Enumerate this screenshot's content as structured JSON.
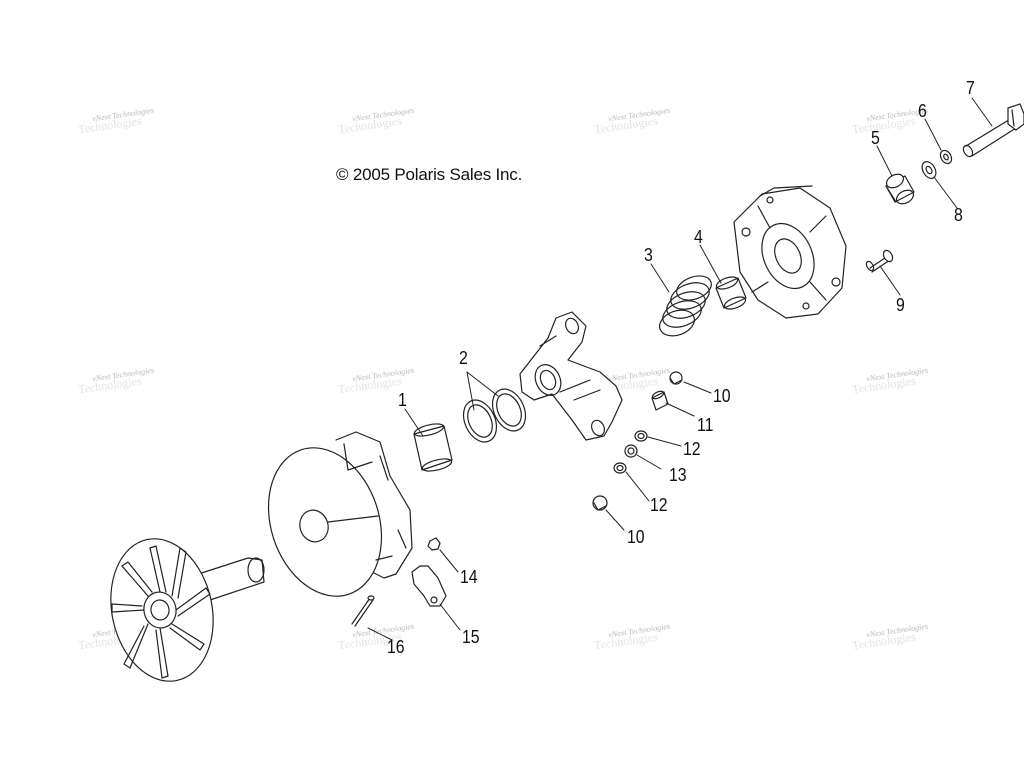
{
  "copyright": "© 2005 Polaris Sales Inc.",
  "watermark": {
    "small": "vNext Technologies",
    "large": "Technologies"
  },
  "callouts": {
    "c1": "1",
    "c2": "2",
    "c3": "3",
    "c4": "4",
    "c5": "5",
    "c6": "6",
    "c7": "7",
    "c8": "8",
    "c9": "9",
    "c10a": "10",
    "c10b": "10",
    "c11": "11",
    "c12a": "12",
    "c12b": "12",
    "c13": "13",
    "c14": "14",
    "c15": "15",
    "c16": "16"
  },
  "colors": {
    "line": "#222222",
    "watermark": "#b9b9b9"
  }
}
